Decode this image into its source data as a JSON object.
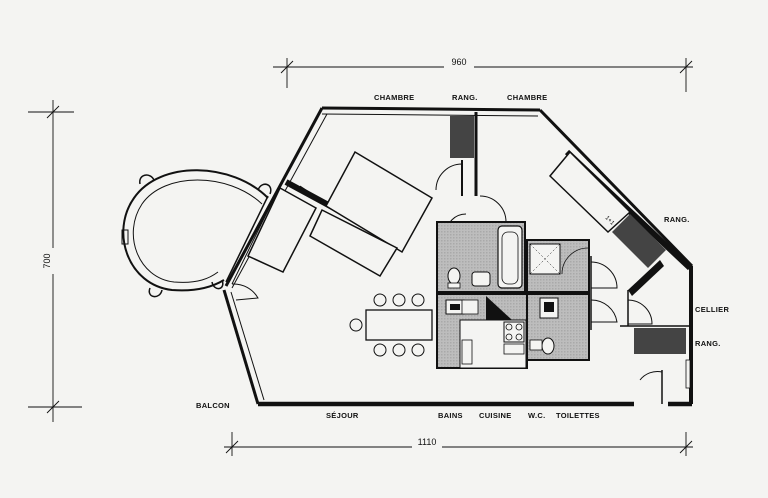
{
  "dimensions": {
    "top_width": "960",
    "bottom_width": "1110",
    "height": "700"
  },
  "rooms": {
    "chambre_1": "CHAMBRE",
    "rang_top": "RANG.",
    "chambre_2": "CHAMBRE",
    "rang_right": "RANG.",
    "cellier": "CELLIER",
    "rang_bottom": "RANG.",
    "balcon": "BALCON",
    "sejour": "SÉJOUR",
    "bains": "BAINS",
    "cuisine": "CUISINE",
    "wc": "W.C.",
    "toilettes": "TOILETTES"
  },
  "colors": {
    "ink": "#111111",
    "paper": "#f4f4f2",
    "fill_dark": "#444444",
    "fill_grey": "#b5b5b5"
  }
}
